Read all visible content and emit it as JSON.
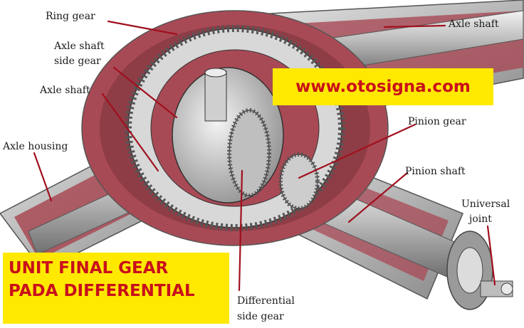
{
  "labels": {
    "ring_gear": "Ring gear",
    "axle_shaft_side_gear_1": "Axle shaft",
    "axle_shaft_side_gear_2": "side gear",
    "axle_shaft_left": "Axle shaft",
    "axle_housing": "Axle housing",
    "axle_shaft_right": "Axle shaft",
    "pinion_gear": "Pinion gear",
    "pinion_shaft": "Pinion shaft",
    "universal_joint_1": "Universal",
    "universal_joint_2": "joint",
    "differential_side_gear_1": "Differential",
    "differential_side_gear_2": "side gear"
  },
  "banners": {
    "url": "www.otosigna.com",
    "title_line1": "UNIT FINAL GEAR",
    "title_line2": "PADA DIFFERENTIAL"
  },
  "colors": {
    "housing": "#a84a55",
    "metal": "#c9c9c9",
    "leader": "#a0101e",
    "banner_bg": "#ffe900",
    "banner_text": "#c8101b"
  }
}
